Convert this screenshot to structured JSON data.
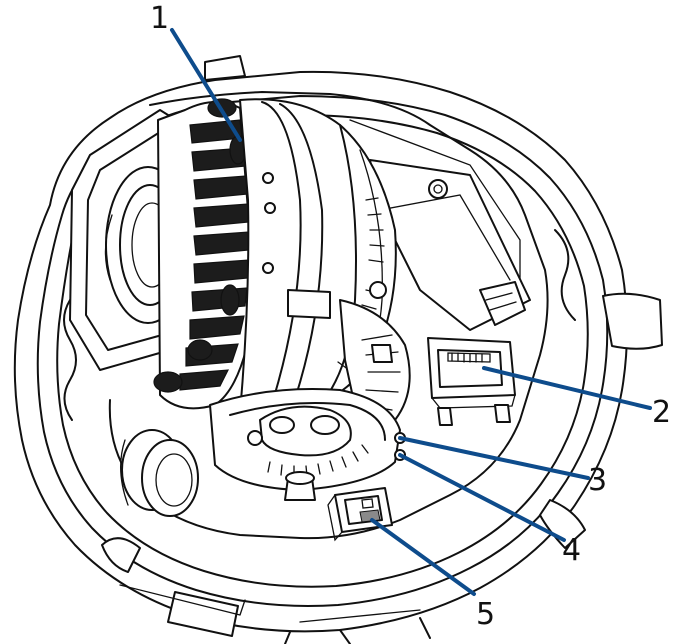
{
  "diagram": {
    "colors": {
      "ink": "#111111",
      "paper": "#ffffff",
      "leader": "#0e4c8c"
    },
    "callouts": [
      {
        "id": "1",
        "label": "1"
      },
      {
        "id": "2",
        "label": "2"
      },
      {
        "id": "3",
        "label": "3"
      },
      {
        "id": "4",
        "label": "4"
      },
      {
        "id": "5",
        "label": "5"
      }
    ]
  }
}
